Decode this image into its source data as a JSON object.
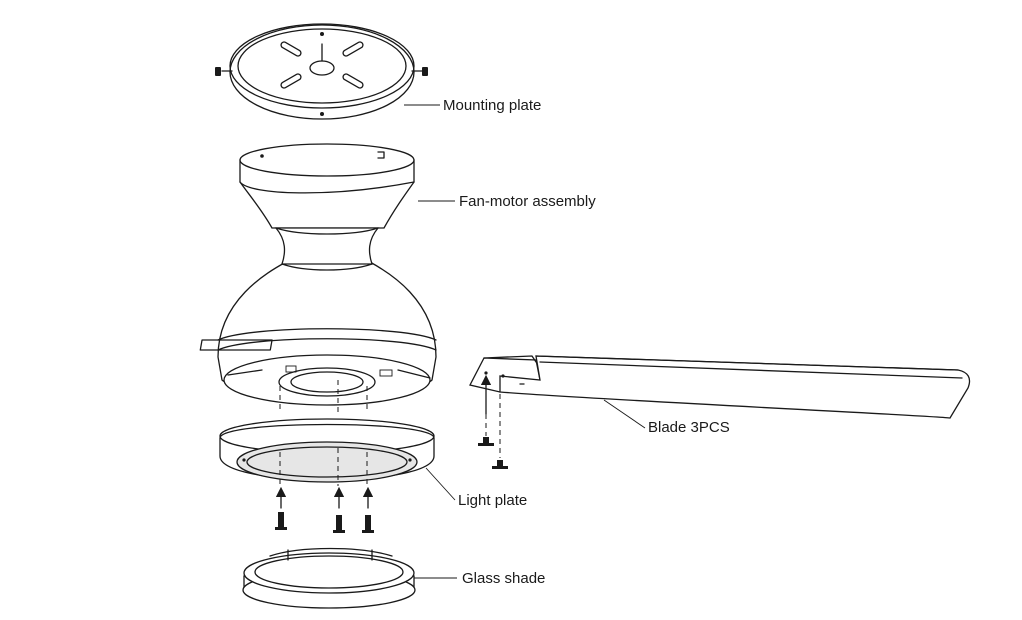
{
  "labels": {
    "mounting_plate": "Mounting plate",
    "fan_motor_assembly": "Fan-motor assembly",
    "blade": "Blade 3PCS",
    "light_plate": "Light plate",
    "glass_shade": "Glass shade"
  }
}
